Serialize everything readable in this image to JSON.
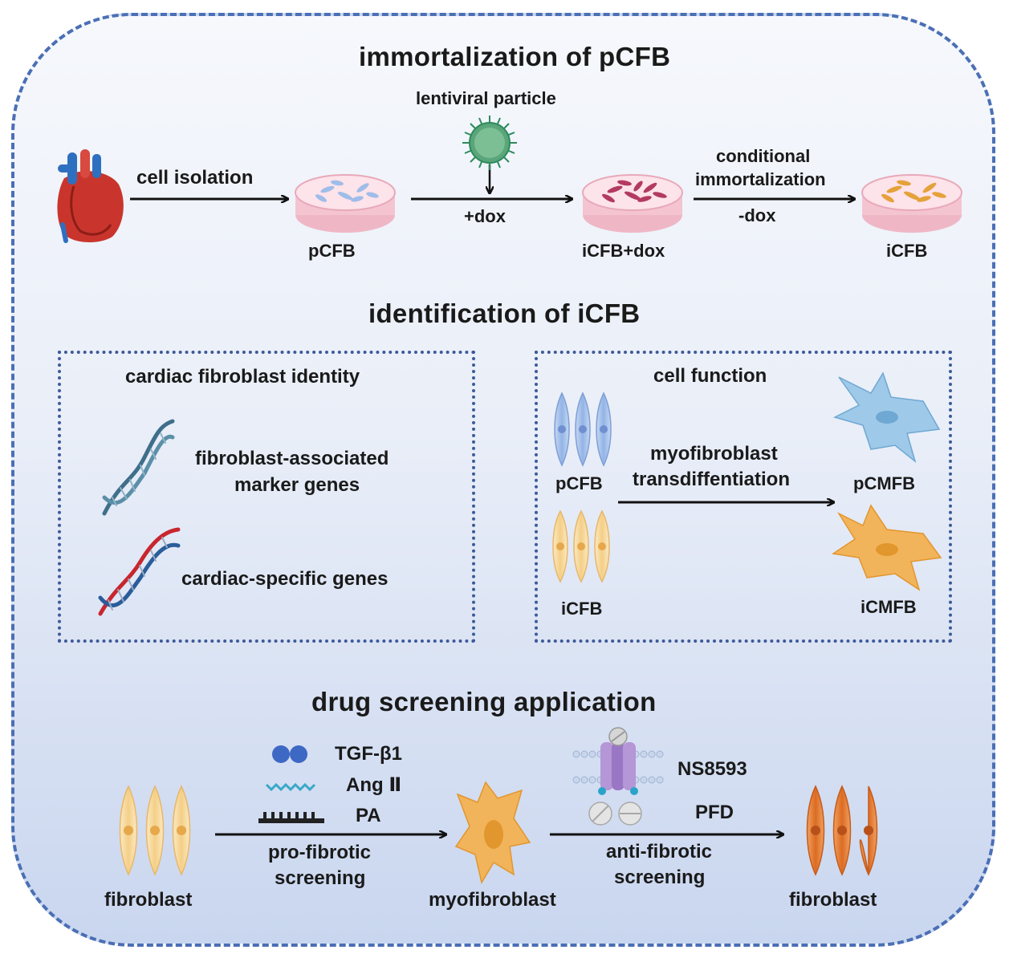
{
  "sections": {
    "immortalization": {
      "title": "immortalization of pCFB",
      "virus_label": "lentiviral particle",
      "step1_label": "cell isolation",
      "dish1_label": "pCFB",
      "step2_label": "+dox",
      "dish2_label": "iCFB+dox",
      "step3_label_line1": "conditional",
      "step3_label_line2": "immortalization",
      "step3_sub": "-dox",
      "dish3_label": "iCFB"
    },
    "identification": {
      "title": "identification of iCFB",
      "identity_box": {
        "title": "cardiac fibroblast identity",
        "item1_line1": "fibroblast-associated",
        "item1_line2": "marker genes",
        "item2": "cardiac-specific genes"
      },
      "function_box": {
        "title": "cell function",
        "left_top": "pCFB",
        "left_bottom": "iCFB",
        "arrow_line1": "myofibroblast",
        "arrow_line2": "transdiffentiation",
        "right_top": "pCMFB",
        "right_bottom": "iCMFB"
      }
    },
    "drug_screening": {
      "title": "drug screening application",
      "agent1": "TGF-β1",
      "agent2": "Ang Ⅱ",
      "agent3": "PA",
      "pro_line1": "pro-fibrotic",
      "pro_line2": "screening",
      "drug1": "NS8593",
      "drug2": "PFD",
      "anti_line1": "anti-fibrotic",
      "anti_line2": "screening",
      "cell_left": "fibroblast",
      "cell_mid": "myofibroblast",
      "cell_right": "fibroblast"
    }
  },
  "colors": {
    "frame_border": "#4a6fb5",
    "blue_cell": "#a9c4ec",
    "yellow_cell": "#f7d79a",
    "orange_cell": "#e07a2e",
    "dish_pink": "#f7c9d6"
  }
}
